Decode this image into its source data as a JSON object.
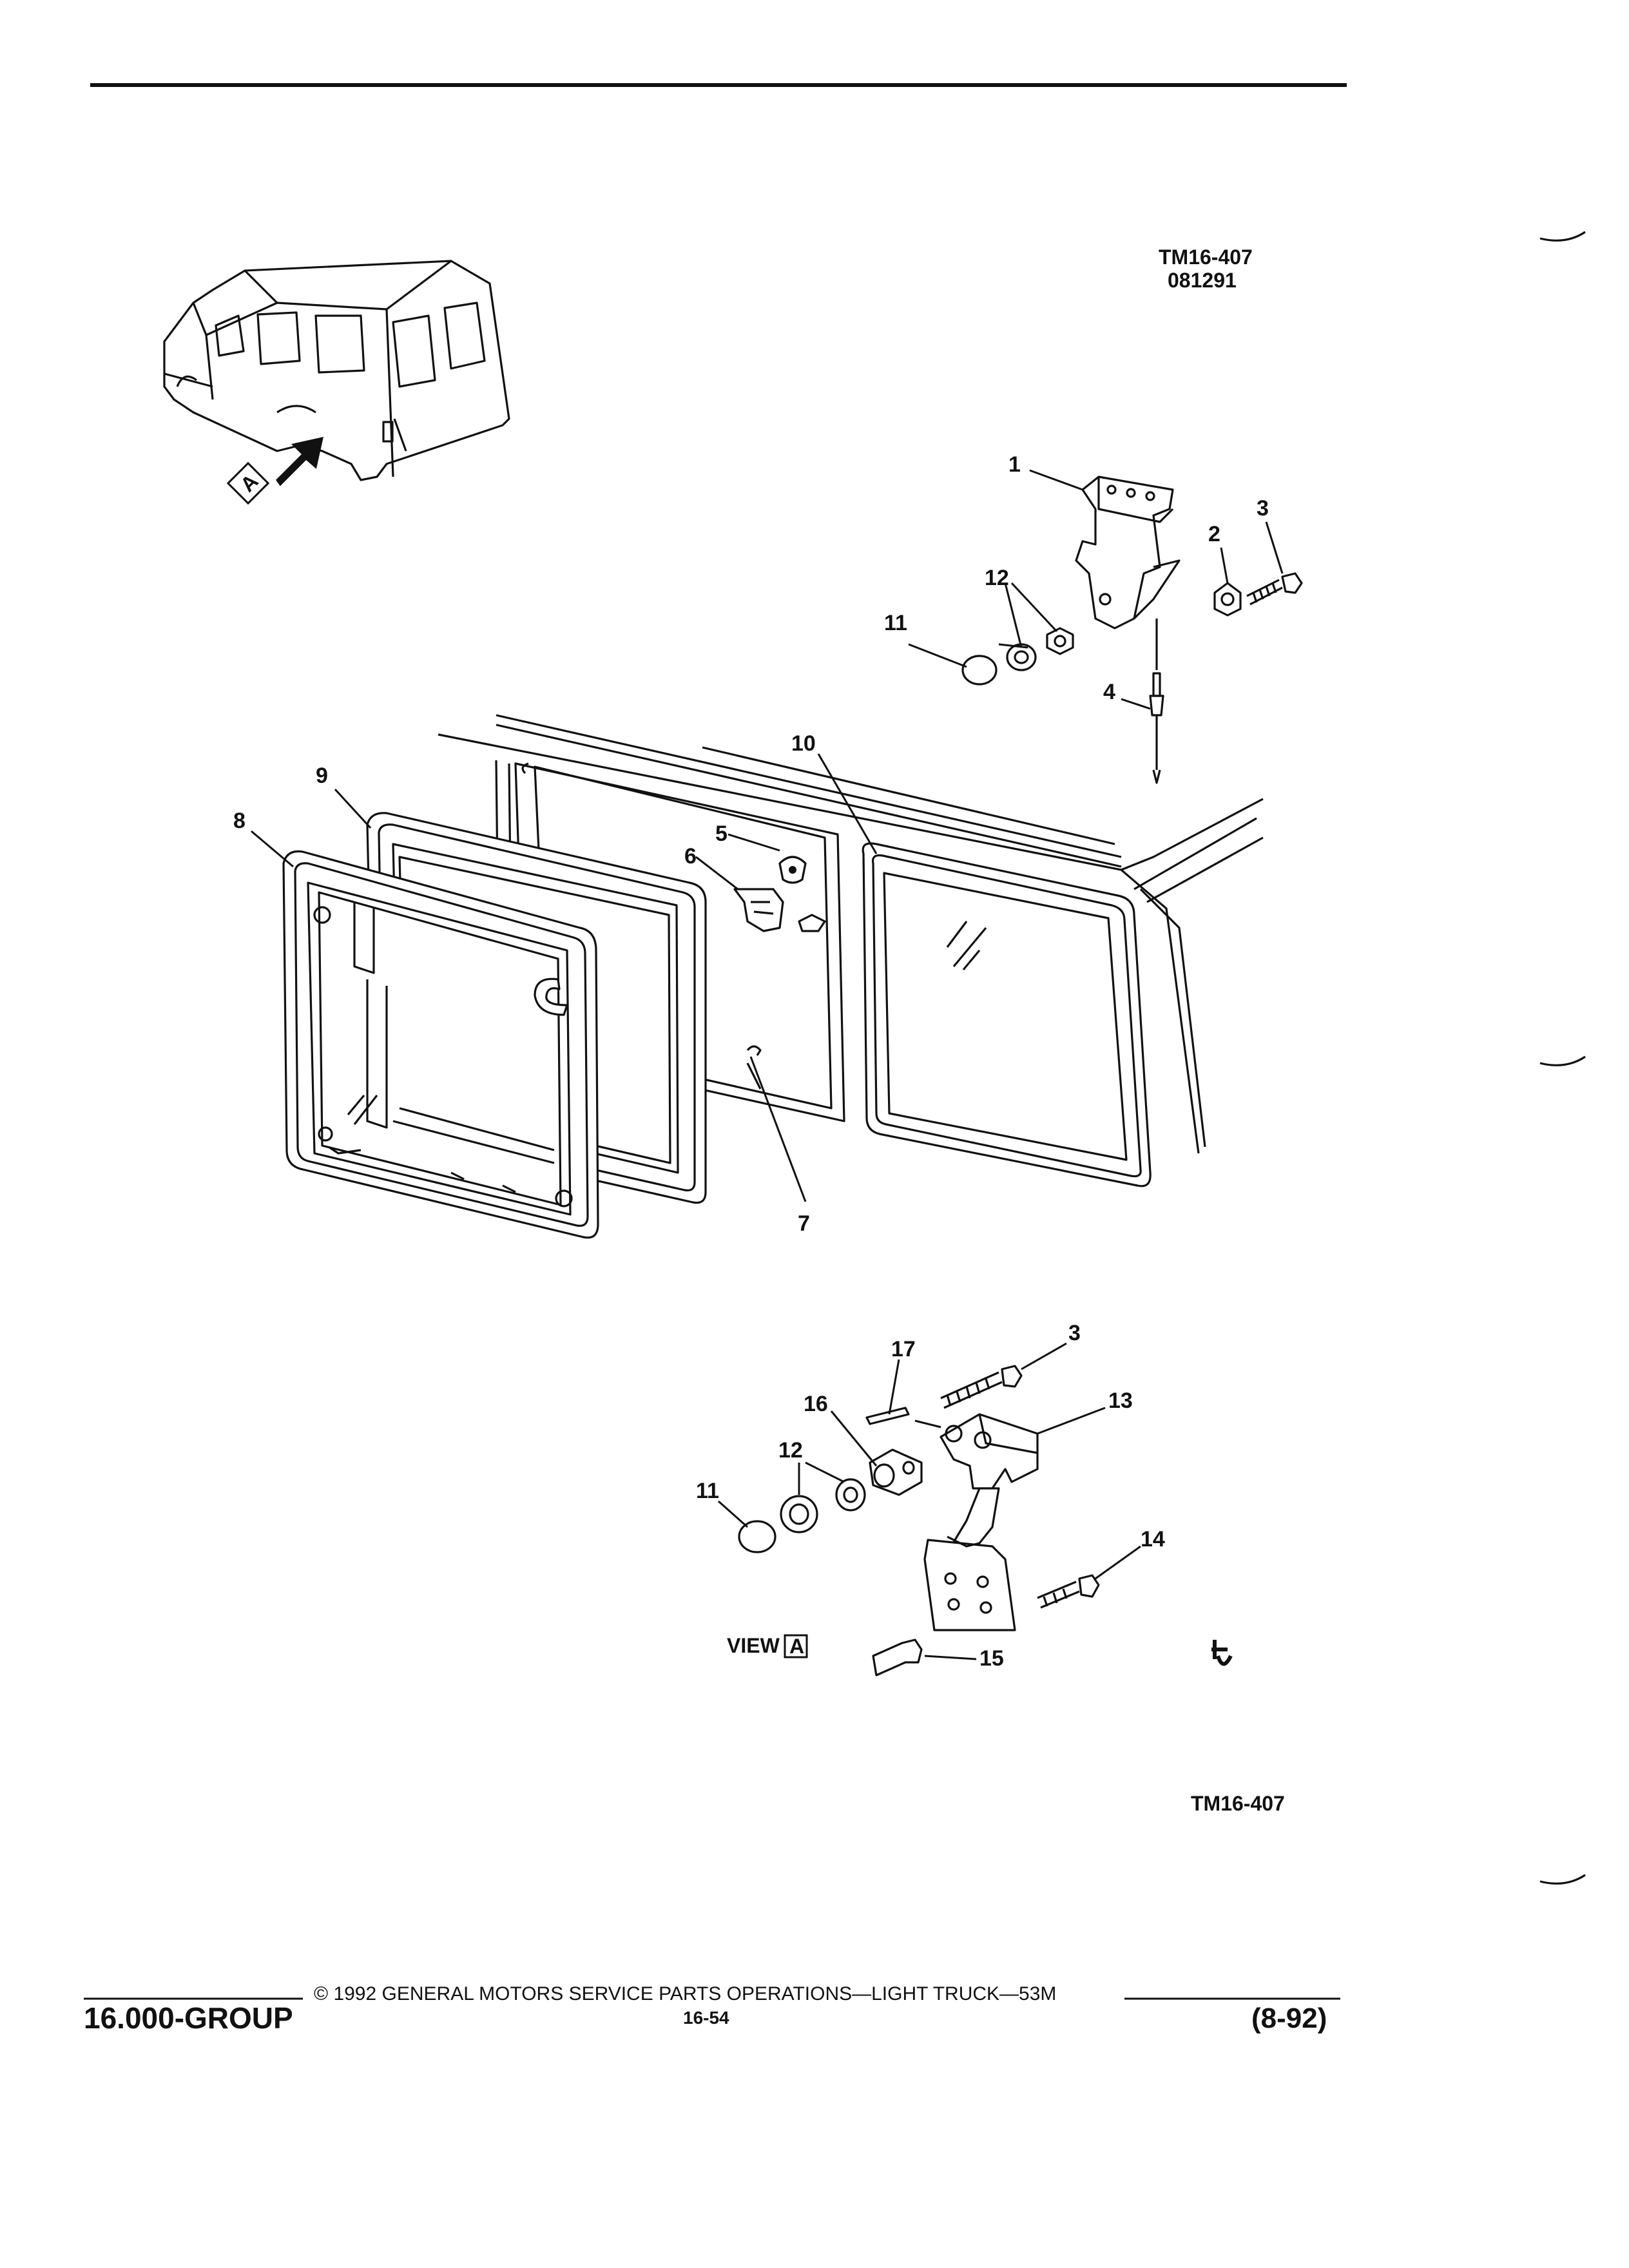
{
  "diagram_ref": {
    "line1": "TM16-407",
    "line2": "081291"
  },
  "bottom_ref": "TM16-407",
  "callouts": {
    "c1": "1",
    "c2": "2",
    "c3a": "3",
    "c3b": "3",
    "c4": "4",
    "c5": "5",
    "c6": "6",
    "c7": "7",
    "c8": "8",
    "c9": "9",
    "c10": "10",
    "c11a": "11",
    "c11b": "11",
    "c12a": "12",
    "c12b": "12",
    "c13": "13",
    "c14": "14",
    "c15": "15",
    "c16": "16",
    "c17": "17"
  },
  "view_label": "VIEW",
  "view_letter": "A",
  "arrow_letter": "A",
  "footer": {
    "group": "16.000-GROUP",
    "copyright": "© 1992  GENERAL MOTORS SERVICE PARTS OPERATIONS—LIGHT TRUCK—53M",
    "page": "16-54",
    "revision": "(8-92)"
  }
}
